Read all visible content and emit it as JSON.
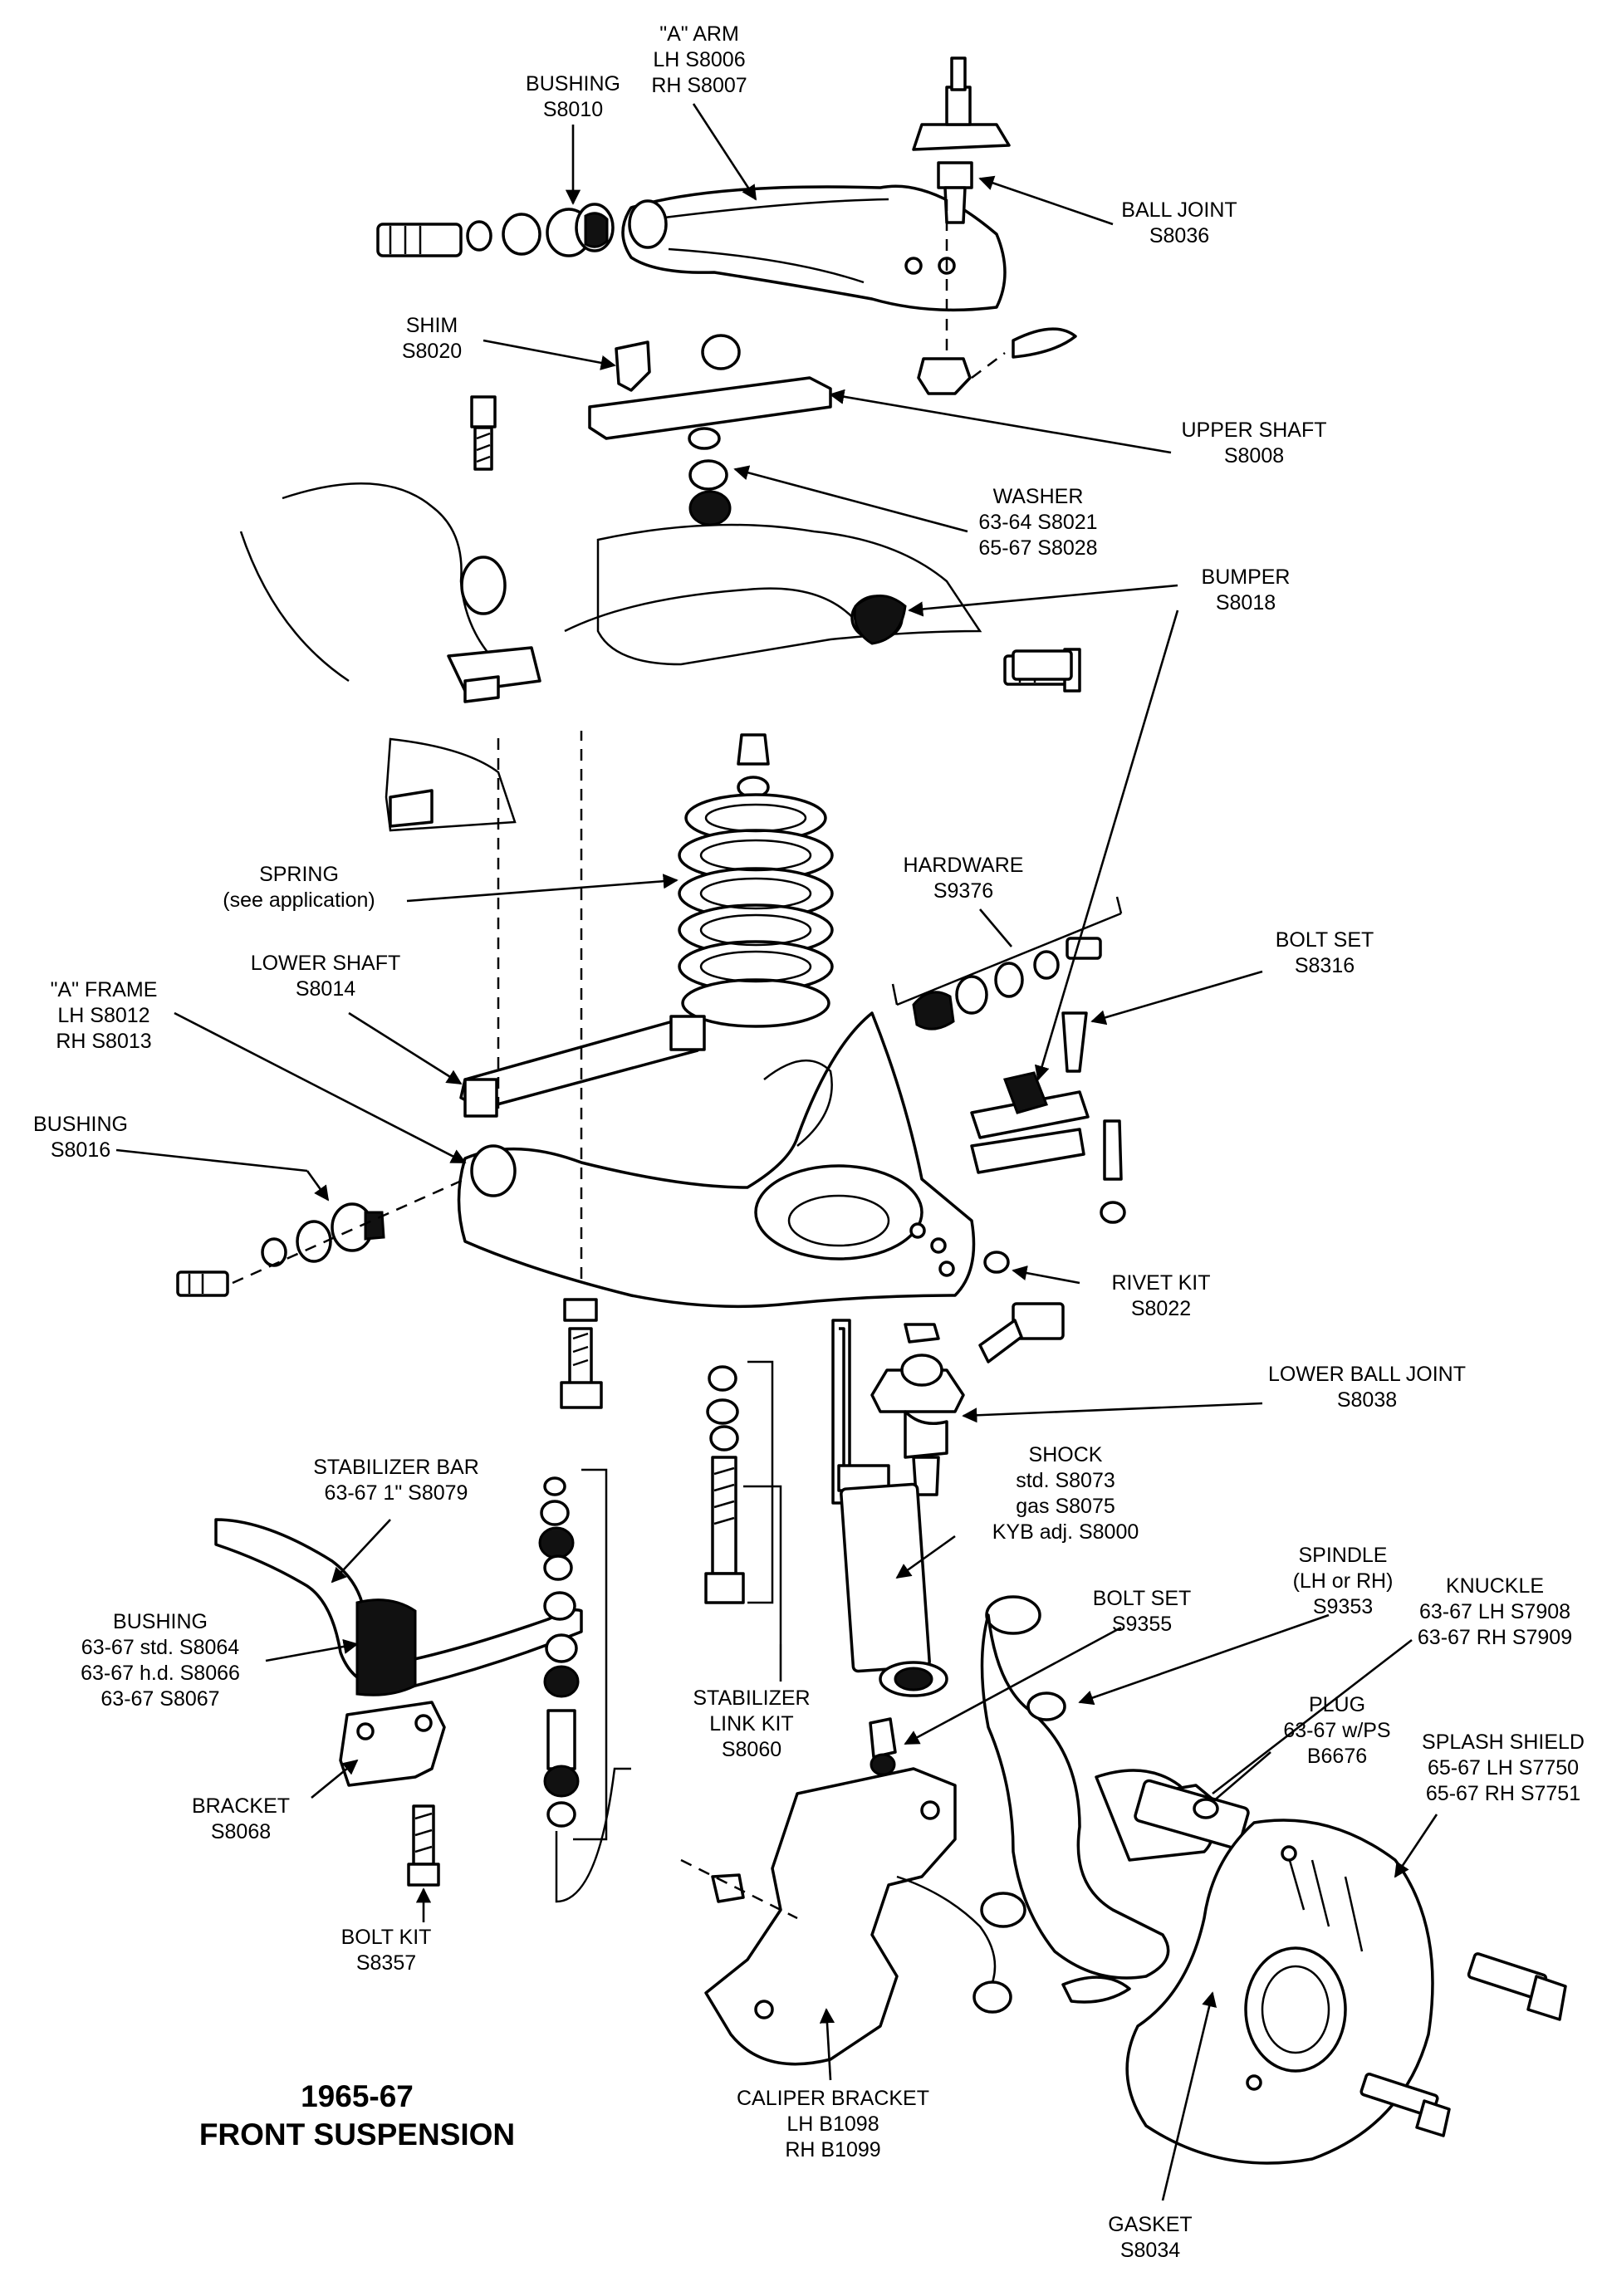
{
  "title": {
    "line1": "1965-67",
    "line2": "FRONT SUSPENSION"
  },
  "labels": {
    "a_arm": {
      "line1": "\"A\" ARM",
      "line2": "LH  S8006",
      "line3": "RH  S8007"
    },
    "bushing_top": {
      "line1": "BUSHING",
      "line2": "S8010"
    },
    "ball_joint": {
      "line1": "BALL JOINT",
      "line2": "S8036"
    },
    "shim": {
      "line1": "SHIM",
      "line2": "S8020"
    },
    "upper_shaft": {
      "line1": "UPPER SHAFT",
      "line2": "S8008"
    },
    "washer": {
      "line1": "WASHER",
      "line2": "63-64  S8021",
      "line3": "65-67  S8028"
    },
    "bumper": {
      "line1": "BUMPER",
      "line2": "S8018"
    },
    "spring": {
      "line1": "SPRING",
      "line2": "(see application)"
    },
    "hardware": {
      "line1": "HARDWARE",
      "line2": "S9376"
    },
    "bolt_set_8316": {
      "line1": "BOLT SET",
      "line2": "S8316"
    },
    "a_frame": {
      "line1": "\"A\" FRAME",
      "line2": "LH  S8012",
      "line3": "RH  S8013"
    },
    "lower_shaft": {
      "line1": "LOWER SHAFT",
      "line2": "S8014"
    },
    "bushing_lower": {
      "line1": "BUSHING",
      "line2": "S8016"
    },
    "rivet_kit": {
      "line1": "RIVET  KIT",
      "line2": "S8022"
    },
    "lower_ball_joint": {
      "line1": "LOWER BALL JOINT",
      "line2": "S8038"
    },
    "shock": {
      "line1": "SHOCK",
      "line2": "std.  S8073",
      "line3": "gas  S8075",
      "line4": "KYB adj.  S8000"
    },
    "stabilizer_bar": {
      "line1": "STABILIZER BAR",
      "line2": "63-67  1\"  S8079"
    },
    "bushing_stab": {
      "line1": "BUSHING",
      "line2": "63-67 std.  S8064",
      "line3": "63-67 h.d.  S8066",
      "line4": "63-67  S8067"
    },
    "bracket": {
      "line1": "BRACKET",
      "line2": "S8068"
    },
    "bolt_kit": {
      "line1": "BOLT KIT",
      "line2": "S8357"
    },
    "stabilizer_link_kit": {
      "line1": "STABILIZER",
      "line2": "LINK KIT",
      "line3": "S8060"
    },
    "bolt_set_9355": {
      "line1": "BOLT SET",
      "line2": "S9355"
    },
    "spindle": {
      "line1": "SPINDLE",
      "line2": "(LH or RH)",
      "line3": "S9353"
    },
    "knuckle": {
      "line1": "KNUCKLE",
      "line2": "63-67 LH S7908",
      "line3": "63-67 RH S7909"
    },
    "plug": {
      "line1": "PLUG",
      "line2": "63-67 w/PS",
      "line3": "B6676"
    },
    "splash_shield": {
      "line1": "SPLASH SHIELD",
      "line2": "65-67 LH  S7750",
      "line3": "65-67 RH  S7751"
    },
    "caliper_bracket": {
      "line1": "CALIPER BRACKET",
      "line2": "LH  B1098",
      "line3": "RH  B1099"
    },
    "gasket": {
      "line1": "GASKET",
      "line2": "S8034"
    }
  }
}
